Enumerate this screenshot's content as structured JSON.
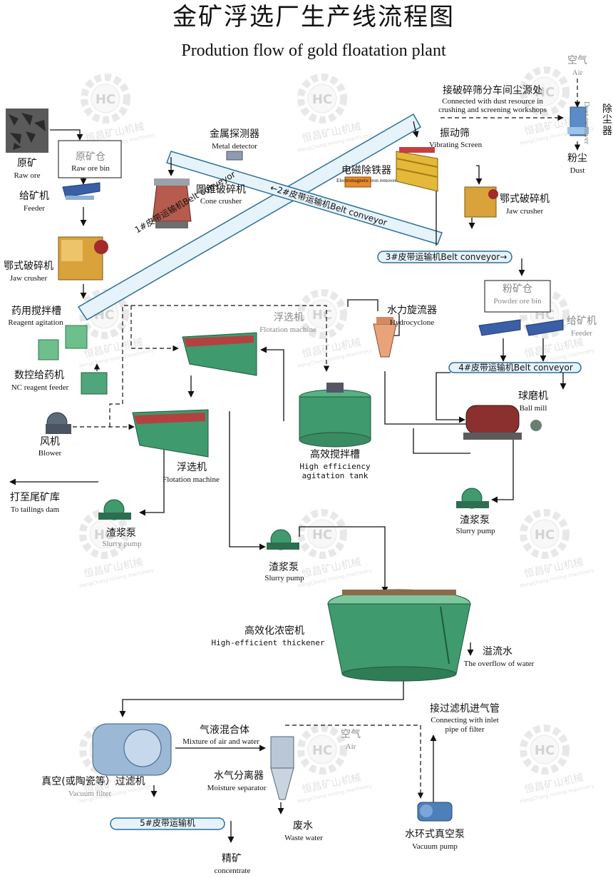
{
  "title": {
    "zh": "金矿浮选厂生产线流程图",
    "en": "Prodution flow of gold floatation plant"
  },
  "watermark": {
    "brand_zh": "恒昌矿山机械",
    "brand_en": "HengChang mining machinery",
    "logo_letters": "HC"
  },
  "nodes": {
    "raw_ore": {
      "zh": "原矿",
      "en": "Raw ore"
    },
    "raw_ore_bin": {
      "zh": "原矿仓",
      "en": "Raw ore bin"
    },
    "feeder_1": {
      "zh": "给矿机",
      "en": "Feeder"
    },
    "jaw_crusher_1": {
      "zh": "鄂式破碎机",
      "en": "Jaw crusher"
    },
    "metal_detector": {
      "zh": "金属探测器",
      "en": "Metal detector"
    },
    "cone_crusher": {
      "zh": "圆锥破碎机",
      "en": "Cone crusher"
    },
    "electromagnetic_remover": {
      "zh": "电磁除铁器",
      "en": "Electromagnetic iron remover"
    },
    "vibrating_screen": {
      "zh": "振动筛",
      "en": "Vibrating Screen"
    },
    "jaw_crusher_2": {
      "zh": "鄂式破碎机",
      "en": "Jaw crusher"
    },
    "dust_connect": {
      "zh": "接破碎筛分车间尘源处",
      "en1": "Connected with dust resource in",
      "en2": "crushing and screening workshops"
    },
    "air_top": {
      "zh": "空气",
      "en": "Air"
    },
    "dust_remover": {
      "zh": "除尘器",
      "en": "Dust remover"
    },
    "dust": {
      "zh": "粉尘",
      "en": "Dust"
    },
    "powder_ore_bin": {
      "zh": "粉矿仓",
      "en": "Powder ore bin"
    },
    "feeder_2": {
      "zh": "给矿机",
      "en": "Feeder"
    },
    "reagent_agitation": {
      "zh": "药用搅拌槽",
      "en": "Reagent agitation"
    },
    "nc_feeder": {
      "zh": "数控给药机",
      "en": "NC reagent feeder"
    },
    "blower": {
      "zh": "风机",
      "en": "Blower"
    },
    "flotation_top": {
      "zh": "浮选机",
      "en": "Flotation machine"
    },
    "flotation_mid": {
      "zh": "浮选机",
      "en": "Flotation machine"
    },
    "hydrocyclone": {
      "zh": "水力旋流器",
      "en": "Hydrocyclone"
    },
    "ball_mill": {
      "zh": "球磨机",
      "en": "Ball mill"
    },
    "agitation_tank": {
      "zh": "高效搅拌槽",
      "en1": "High efficiency",
      "en2": "agitation tank"
    },
    "tailings": {
      "zh": "打至尾矿库",
      "en": "To tailings dam"
    },
    "slurry_pump_1": {
      "zh": "渣浆泵",
      "en": "Slurry pump"
    },
    "slurry_pump_2": {
      "zh": "渣浆泵",
      "en": "Slurry pump"
    },
    "slurry_pump_3": {
      "zh": "渣浆泵",
      "en": "Slurry pump"
    },
    "thickener": {
      "zh": "高效化浓密机",
      "en": "High-efficient thickener"
    },
    "overflow": {
      "zh": "溢流水",
      "en": "The overflow of water"
    },
    "filter_inlet": {
      "zh": "接过滤机进气管",
      "en1": "Connecting with inlet",
      "en2": "pipe of filter"
    },
    "mixture": {
      "zh": "气液混合体",
      "en": "Mixture of air and water"
    },
    "air_bottom": {
      "zh": "空气",
      "en": "Air"
    },
    "vacuum_filter": {
      "zh": "真空(或陶瓷等）过滤机",
      "en": "Vacuum filter"
    },
    "moisture_separator": {
      "zh": "水气分离器",
      "en": "Moisture separator"
    },
    "waste_water": {
      "zh": "废水",
      "en": "Waste water"
    },
    "vacuum_pump": {
      "zh": "水环式真空泵",
      "en": "Vacuum pump"
    },
    "concentrate": {
      "zh": "精矿",
      "en": "concentrate"
    }
  },
  "belts": {
    "b1": "1#皮带运输机Belt conveyor",
    "b2": "←2#皮带运输机Belt conveyor",
    "b3": "3#皮带运输机Belt conveyor→",
    "b4": "4#皮带运输机Belt conveyor",
    "b5": "5#皮带运输机"
  },
  "colors": {
    "machine_green": "#3f9a6e",
    "machine_yellow": "#d9a23a",
    "belt_fill": "#e6f3fb",
    "belt_stroke": "#2c6f98",
    "watermark": "#c9c9c9",
    "watermark_logo": "#d6d6d6",
    "cyclone": "#e8a37a"
  }
}
